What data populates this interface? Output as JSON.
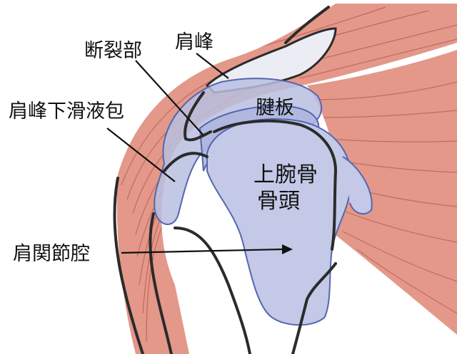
{
  "labels": {
    "acromion": "肩峰",
    "tear_site": "断裂部",
    "subacromial_bursa": "肩峰下滑液包",
    "tendon_plate": "腱板",
    "humeral_head_line1": "上腕骨",
    "humeral_head_line2": "骨頭",
    "glenohumeral_joint_cavity": "肩関節腔"
  },
  "colors": {
    "muscle": "#e3988a",
    "muscle_fiber": "#b45a4e",
    "acromion_bone": "#ececf4",
    "bursa_fill": "#b9bfe0",
    "bursa_stroke": "#5566b0",
    "humerus_fill": "#c3c9e6",
    "outline": "#2b2b2b",
    "background": "#ffffff"
  }
}
